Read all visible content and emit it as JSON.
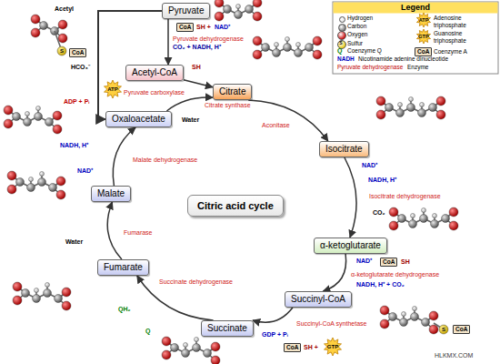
{
  "diagram": {
    "nodes": [
      {
        "text": [
          "Pyruvate"
        ]
      },
      {
        "text": [
          "Acetyl-CoA"
        ]
      },
      {
        "text": [
          "Citrate"
        ]
      },
      {
        "text": [
          "Isocitrate"
        ]
      },
      {
        "text": [
          "α-ketoglutarate"
        ]
      },
      {
        "text": [
          "Succinyl-CoA"
        ]
      },
      {
        "text": [
          "Succinate"
        ]
      },
      {
        "text": [
          "Fumarate"
        ]
      },
      {
        "text": [
          "Malate"
        ]
      },
      {
        "text": [
          "Oxaloacetate"
        ]
      },
      {
        "text": [
          "Citric acid cycle"
        ]
      },
      {
        "text": [
          "CoA"
        ]
      },
      {
        "text": [
          "CoA"
        ]
      },
      {
        "text": [
          "CoA"
        ]
      },
      {
        "text": [
          "CoA"
        ]
      },
      {
        "text": [
          "CoA"
        ]
      },
      {
        "text": [
          "CoA"
        ]
      }
    ],
    "edges": [
      {
        "from": 0,
        "to": 1,
        "arrow": "to",
        "label": "Pyruvate dehydrogenase"
      },
      {
        "from": 1,
        "to": 2,
        "arrow": "to"
      },
      {
        "from": 9,
        "to": 2,
        "arrow": "to",
        "label": "Citrate synthase"
      },
      {
        "from": 2,
        "to": 3,
        "arrow": "to",
        "label": "Aconitase"
      },
      {
        "from": 3,
        "to": 4,
        "arrow": "to",
        "label": "Isocitrate dehydrogenase"
      },
      {
        "from": 4,
        "to": 5,
        "arrow": "to",
        "label": "α-ketoglutarate dehydrogenase"
      },
      {
        "from": 5,
        "to": 6,
        "arrow": "to",
        "label": "Succinyl-CoA synthetase"
      },
      {
        "from": 6,
        "to": 7,
        "arrow": "to",
        "label": "Succinate dehydrogenase"
      },
      {
        "from": 7,
        "to": 8,
        "arrow": "to",
        "label": "Fumarase"
      },
      {
        "from": 8,
        "to": 9,
        "arrow": "to",
        "label": "Malate dehydrogenase"
      },
      {
        "from": 0,
        "to": 9,
        "arrow": "to",
        "label": "Pyruvate carboxylase"
      }
    ],
    "labels": [
      "Acetyl",
      "S",
      "SH +",
      "NAD⁺",
      "CO₂ + NADH, H⁺",
      "SH",
      "HCO₃⁻",
      "ATP",
      "ADP + Pᵢ",
      "Water",
      "NADH, H⁺",
      "NAD⁺",
      "Water",
      "QH₂",
      "Q",
      "NAD⁺",
      "NADH, H⁺",
      "CO₂",
      "NAD⁺",
      "SH",
      "NADH, H⁺ + CO₂",
      "GDP + Pᵢ",
      "SH +",
      "GTP",
      "S",
      "Legend",
      "S",
      "Q",
      "NADH",
      "Pyruvate dehydrogenase",
      "ATP",
      "GTP",
      "HLKMX.COM"
    ],
    "legend": [
      {
        "text": "Hydrogen",
        "color": "#e4e4e4"
      },
      {
        "text": "Carbon",
        "color": "#7a7a7a"
      },
      {
        "text": "Oxygen",
        "color": "#cc1111"
      },
      {
        "text": "Sulfur",
        "color": "#e8cc20"
      },
      {
        "text": "Coenzyme Q"
      },
      {
        "text": "Nicotinamide adenine dinucleotide"
      },
      {
        "text": "Enzyme"
      },
      {
        "text": "Adenosine triphosphate"
      },
      {
        "text": "Guanosine triphosphate"
      },
      {
        "text": "Coenzyme A"
      }
    ]
  }
}
